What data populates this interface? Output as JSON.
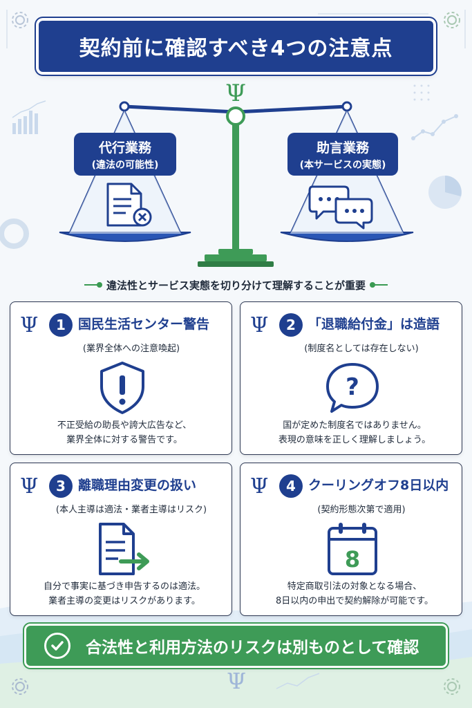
{
  "title": "契約前に確認すべき4つの注意点",
  "scale": {
    "left_label_main": "代行業務",
    "left_label_sub": "(違法の可能性)",
    "right_label_main": "助言業務",
    "right_label_sub": "(本サービスの実態)"
  },
  "tagline": "違法性とサービス実態を切り分けて理解することが重要",
  "cards": [
    {
      "number": "1",
      "title": "国民生活センター警告",
      "subtitle": "(業界全体への注意喚起)",
      "icon": "shield-exclamation-icon",
      "desc_line1": "不正受給の助長や誇大広告など、",
      "desc_line2": "業界全体に対する警告です。"
    },
    {
      "number": "2",
      "title": "「退職給付金」は造語",
      "subtitle": "(制度名としては存在しない)",
      "icon": "question-bubble-icon",
      "desc_line1": "国が定めた制度名ではありません。",
      "desc_line2": "表現の意味を正しく理解しましょう。"
    },
    {
      "number": "3",
      "title": "離職理由変更の扱い",
      "subtitle": "(本人主導は適法・業者主導はリスク)",
      "icon": "document-arrow-icon",
      "desc_line1": "自分で事実に基づき申告するのは適法。",
      "desc_line2": "業者主導の変更はリスクがあります。"
    },
    {
      "number": "4",
      "title": "クーリングオフ8日以内",
      "subtitle": "(契約形態次第で適用)",
      "icon": "calendar-icon",
      "calendar_day": "8",
      "desc_line1": "特定商取引法の対象となる場合、",
      "desc_line2": "8日以内の申出で契約解除が可能です。"
    }
  ],
  "bottom_banner": "合法性と利用方法のリスクは別ものとして確認",
  "colors": {
    "navy": "#1f3f8f",
    "green": "#3e9b57",
    "background": "#f5f8fb"
  }
}
